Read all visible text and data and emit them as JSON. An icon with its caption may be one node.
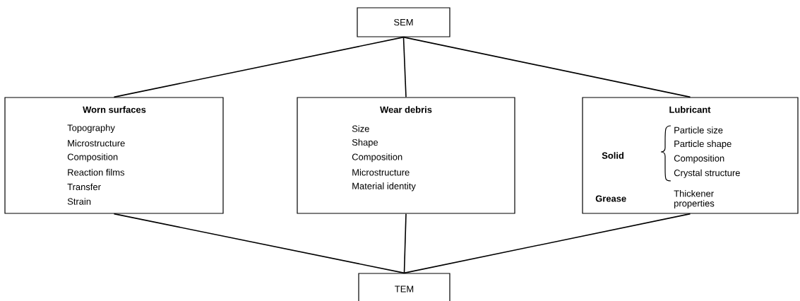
{
  "diagram": {
    "nodes": [
      {
        "text": [
          "SEM"
        ]
      },
      {
        "text": [
          "Worn surfaces",
          "Topography",
          "Microstructure",
          "Composition",
          "Reaction films",
          "Transfer",
          "Strain"
        ]
      },
      {
        "text": [
          "Wear debris",
          "Size",
          "Shape",
          "Composition",
          "Microstructure",
          "Material identity"
        ]
      },
      {
        "text": [
          "Lubricant",
          "Solid",
          "Particle size",
          "Particle shape",
          "Composition",
          "Crystal structure",
          "Grease",
          "Thickener properties"
        ]
      },
      {
        "text": [
          "TEM"
        ]
      }
    ],
    "edges": [
      {
        "from": 0,
        "to": 1,
        "arrow": "none"
      },
      {
        "from": 0,
        "to": 2,
        "arrow": "none"
      },
      {
        "from": 0,
        "to": 3,
        "arrow": "none"
      },
      {
        "from": 1,
        "to": 4,
        "arrow": "none"
      },
      {
        "from": 2,
        "to": 4,
        "arrow": "none"
      },
      {
        "from": 3,
        "to": 4,
        "arrow": "none"
      }
    ]
  }
}
